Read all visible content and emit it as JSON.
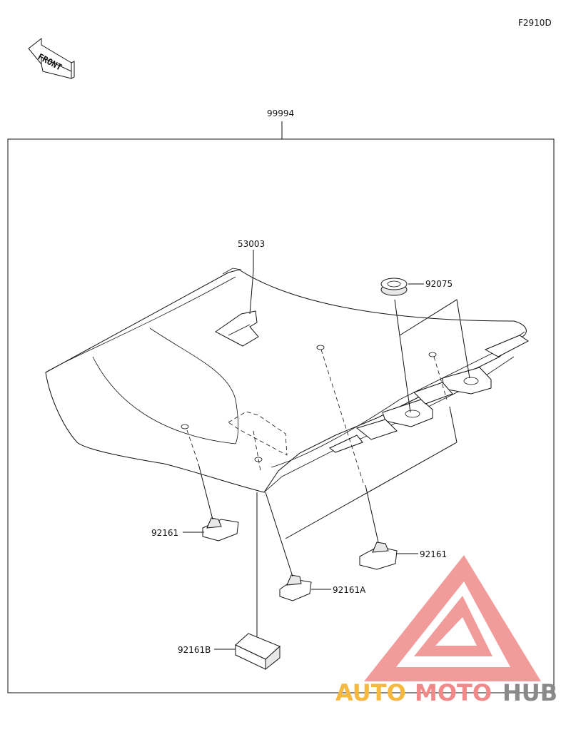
{
  "figure_code": "F2910D",
  "direction_label": "FRONT",
  "parts": {
    "kit": "99994",
    "seat_cover": "53003",
    "grommet": "92075",
    "damper_left": "92161",
    "damper_right": "92161",
    "damper_a": "92161A",
    "damper_b": "92161B"
  },
  "watermark": {
    "word_auto": "AUTO",
    "word_moto": "MOTO",
    "word_hub": "HUB",
    "colors": {
      "logo": "#f08a8a",
      "auto": "#f5b942",
      "moto": "#f08a8a",
      "hub": "#8a8a8a"
    }
  }
}
